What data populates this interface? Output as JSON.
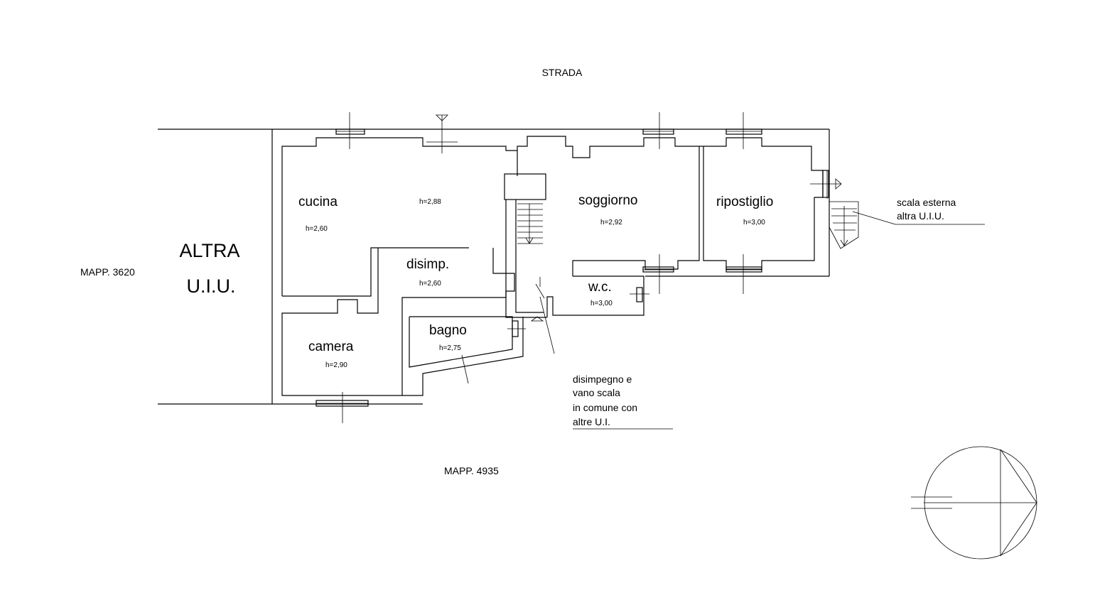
{
  "labels": {
    "street": "STRADA",
    "mapp_left": "MAPP. 3620",
    "mapp_bottom": "MAPP. 4935",
    "other_unit_1": "ALTRA",
    "other_unit_2": "U.I.U."
  },
  "rooms": {
    "cucina": {
      "name": "cucina",
      "h_a": "h=2,88",
      "h_b": "h=2,60"
    },
    "disimp": {
      "name": "disimp.",
      "h": "h=2,60"
    },
    "camera": {
      "name": "camera",
      "h": "h=2,90"
    },
    "bagno": {
      "name": "bagno",
      "h": "h=2,75"
    },
    "soggiorno": {
      "name": "soggiorno",
      "h": "h=2,92"
    },
    "ripostiglio": {
      "name": "ripostiglio",
      "h": "h=3,00"
    },
    "wc": {
      "name": "w.c.",
      "h": "h=3,00"
    }
  },
  "notes": {
    "stair_note": [
      "scala esterna",
      "altra U.I.U."
    ],
    "common_note": [
      "disimpegno e",
      "vano scala",
      "in comune con",
      "altre U.I."
    ]
  },
  "colors": {
    "line": "#000000",
    "background": "#ffffff"
  }
}
